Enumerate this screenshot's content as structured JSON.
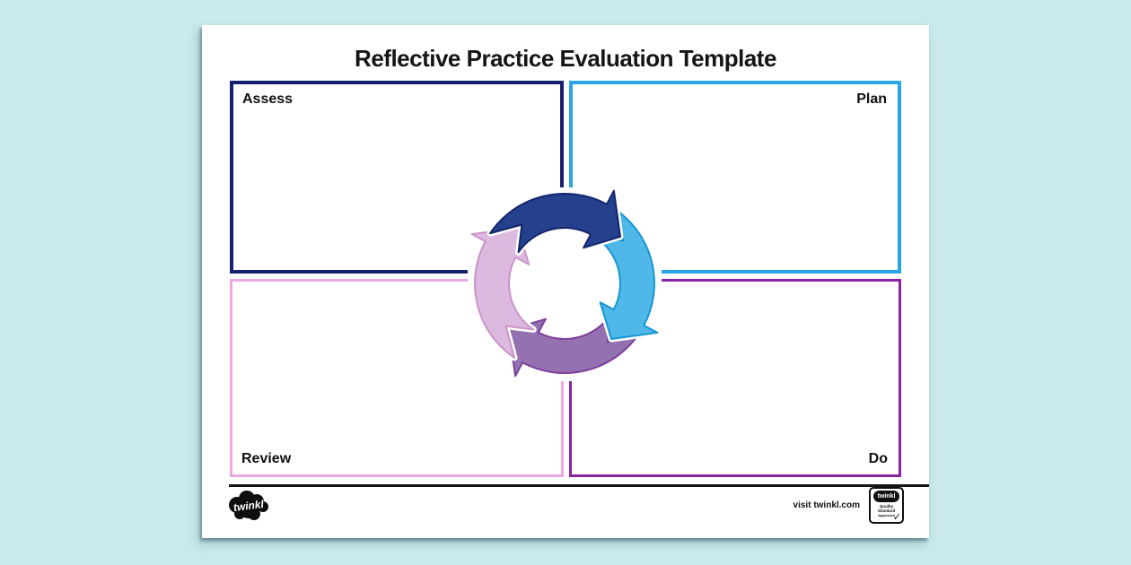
{
  "page": {
    "title": "Reflective Practice Evaluation Template"
  },
  "quadrants": [
    {
      "id": "assess",
      "label": "Assess",
      "border_color": "#15206e",
      "label_position": "top-left"
    },
    {
      "id": "plan",
      "label": "Plan",
      "border_color": "#29a5e3",
      "label_position": "top-right"
    },
    {
      "id": "review",
      "label": "Review",
      "border_color": "#eaa9e2",
      "label_position": "bottom-left"
    },
    {
      "id": "do",
      "label": "Do",
      "border_color": "#8b24a2",
      "label_position": "bottom-right"
    }
  ],
  "diagram": {
    "name": "assess-plan-do-review-cycle",
    "direction": "clockwise",
    "arrows": [
      {
        "name": "assess-arrow",
        "position": "top-left",
        "color": "#25418d",
        "outline": "#14246e"
      },
      {
        "name": "plan-arrow",
        "position": "top-right",
        "color": "#4fb8e9",
        "outline": "#1695d2"
      },
      {
        "name": "do-arrow",
        "position": "bottom-right",
        "color": "#9472b2",
        "outline": "#7b3f9b"
      },
      {
        "name": "review-arrow",
        "position": "bottom-left",
        "color": "#dcb9df",
        "outline": "#cb93cc"
      }
    ]
  },
  "footer": {
    "brand_logo_text": "twinkl",
    "visit_text": "visit twinkl.com",
    "badge": {
      "brand": "twinkl",
      "line1": "Quality Standard",
      "line2": "Approved",
      "check": "✓"
    }
  },
  "colors": {
    "background": "#c9e9ed",
    "page": "#ffffff",
    "title_text": "#151515",
    "divider": "#141414"
  }
}
